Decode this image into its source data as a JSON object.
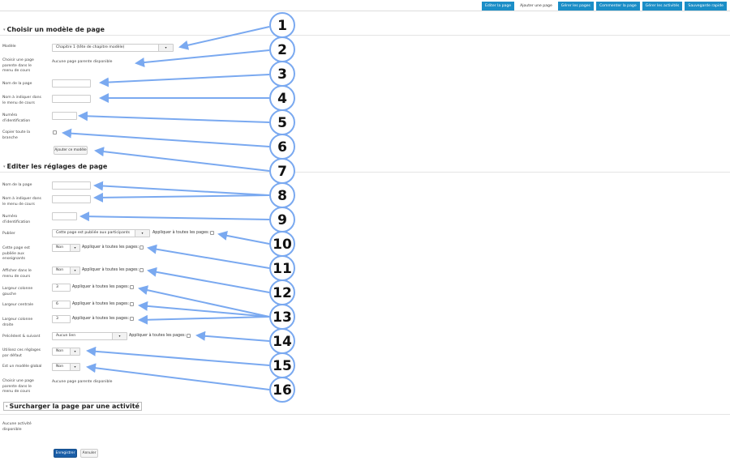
{
  "tabs": [
    {
      "label": "Editer la page",
      "active": false
    },
    {
      "label": "Ajouter une page",
      "active": true
    },
    {
      "label": "Gérer les pages",
      "active": false
    },
    {
      "label": "Commenter la page",
      "active": false
    },
    {
      "label": "Gérer les activités",
      "active": false
    },
    {
      "label": "Sauvegarde rapide",
      "active": false
    }
  ],
  "colors": {
    "tab_bg": "#1b8ec7",
    "primary_button": "#1a5ea7",
    "annotation": "#7aa9f0"
  },
  "section1": {
    "title": "Choisir un modèle de page",
    "model_label": "Modèle",
    "model_value": "Chapitre 1 (tête de chapitre modèle)",
    "parent_label": "Choisir une page parente dans le menu de cours",
    "parent_value": "Aucune page parente disponible",
    "page_name_label": "Nom de la page",
    "menu_name_label": "Nom à indiquer dans le menu de cours",
    "id_label": "Numéro d'identification",
    "copy_branch_label": "Copier toute la branche",
    "add_model_button": "Ajouter ce modèle"
  },
  "section2": {
    "title": "Editer les réglages de page",
    "page_name_label": "Nom de la page",
    "menu_name_label": "Nom à indiquer dans le menu de cours",
    "id_label": "Numéro d'identification",
    "publish_label": "Publier",
    "publish_value": "Cette page est publiée aux participants",
    "teachers_label": "Cette page est publiée aux enseignants",
    "teachers_value": "Non",
    "menu_display_label": "Afficher dans le menu de cours",
    "menu_display_value": "Non",
    "left_width_label": "Largeur colonne gauche",
    "left_width_value": "3",
    "center_width_label": "Largeur centrale",
    "center_width_value": "6",
    "right_width_label": "Largeur colonne droite",
    "right_width_value": "3",
    "prevnext_label": "Précédent & suivant",
    "prevnext_value": "Aucun lien",
    "defaults_label": "Utilisez ces réglages par défaut",
    "defaults_value": "Non",
    "global_label": "Est un modèle global",
    "global_value": "Non",
    "parent_label": "Choisir une page parente dans le menu de cours",
    "parent_value": "Aucune page parente disponible",
    "apply_all": "Appliquer à toutes les pages:"
  },
  "section3": {
    "title": "Surcharger la page par une activité",
    "no_activity": "Aucune activité disponible"
  },
  "buttons": {
    "save": "Enregistrer",
    "cancel": "Annuler"
  },
  "annotations": [
    "1",
    "2",
    "3",
    "4",
    "5",
    "6",
    "7",
    "8",
    "9",
    "10",
    "11",
    "12",
    "13",
    "14",
    "15",
    "16"
  ]
}
